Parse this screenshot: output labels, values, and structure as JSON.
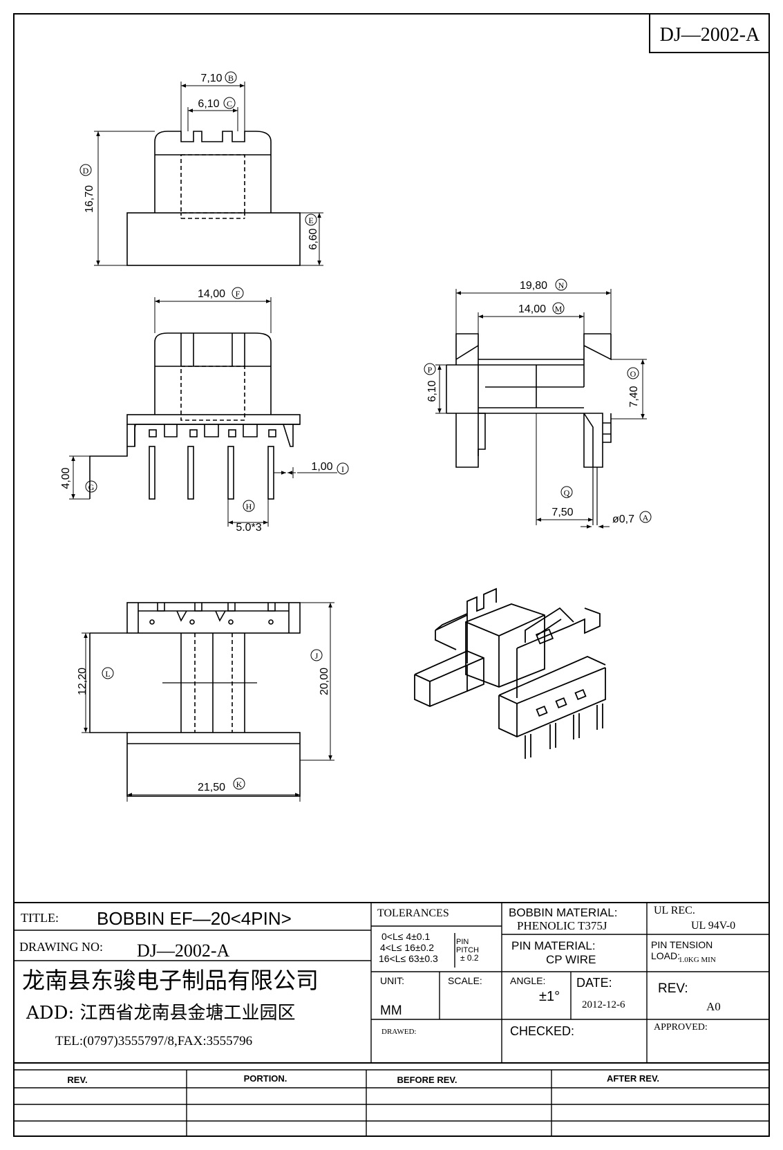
{
  "drawing_no_box": "DJ—2002-A",
  "dims": {
    "B": {
      "value": "7,10",
      "mark": "B"
    },
    "C": {
      "value": "6,10",
      "mark": "C"
    },
    "D": {
      "value": "16,70",
      "mark": "D"
    },
    "E": {
      "value": "6,60",
      "mark": "E"
    },
    "F": {
      "value": "14,00",
      "mark": "F"
    },
    "G": {
      "value": "4,00",
      "mark": "G"
    },
    "H": {
      "value": "5.0*3",
      "mark": "H"
    },
    "I": {
      "value": "1,00",
      "mark": "I"
    },
    "N": {
      "value": "19,80",
      "mark": "N"
    },
    "M": {
      "value": "14,00",
      "mark": "M"
    },
    "P": {
      "value": "6,10",
      "mark": "P"
    },
    "O": {
      "value": "7,40",
      "mark": "O"
    },
    "Q": {
      "value": "7,50",
      "mark": "Q"
    },
    "A": {
      "value": "ø0,7",
      "mark": "A"
    },
    "L": {
      "value": "12,20",
      "mark": "L"
    },
    "J": {
      "value": "20,00",
      "mark": "J"
    },
    "K": {
      "value": "21,50",
      "mark": "K"
    }
  },
  "title_block": {
    "title_label": "TITLE:",
    "title_value": "BOBBIN EF—20<4PIN>",
    "drawing_no_label": "DRAWING NO:",
    "drawing_no_value": "DJ—2002-A",
    "company": "龙南县东骏电子制品有限公司",
    "address": "ADD: 江西省龙南县金塘工业园区",
    "tel": "TEL:(0797)3555797/8,FAX:3555796",
    "tolerances_label": "TOLERANCES",
    "tol_1": "0<L≤ 4±0.1",
    "tol_2": "4<L≤ 16±0.2",
    "tol_3": "16<L≤ 63±0.3",
    "pin_pitch_1": "PIN",
    "pin_pitch_2": "PITCH",
    "pin_pitch_3": "± 0.2",
    "bobbin_material_label": "BOBBIN MATERIAL:",
    "bobbin_material_value": "PHENOLIC  T375J",
    "ul_rec_label": "UL REC.",
    "ul_rec_value": "UL  94V-0",
    "pin_material_label": "PIN MATERIAL:",
    "pin_material_value": "CP WIRE",
    "pin_tension_label_1": "PIN TENSION",
    "pin_tension_label_2": "LOAD:",
    "pin_tension_value": "1.0KG MIN",
    "unit_label": "UNIT:",
    "unit_value": "MM",
    "scale_label": "SCALE:",
    "angle_label": "ANGLE:",
    "angle_value": "±1°",
    "date_label": "DATE:",
    "date_value": "2012-12-6",
    "rev_label": "REV:",
    "rev_value": "A0",
    "drawed_label": "DRAWED:",
    "checked_label": "CHECKED:",
    "approved_label": "APPROVED:"
  },
  "rev_table": {
    "headers": [
      "REV.",
      "PORTION.",
      "BEFORE REV.",
      "AFTER REV."
    ]
  }
}
